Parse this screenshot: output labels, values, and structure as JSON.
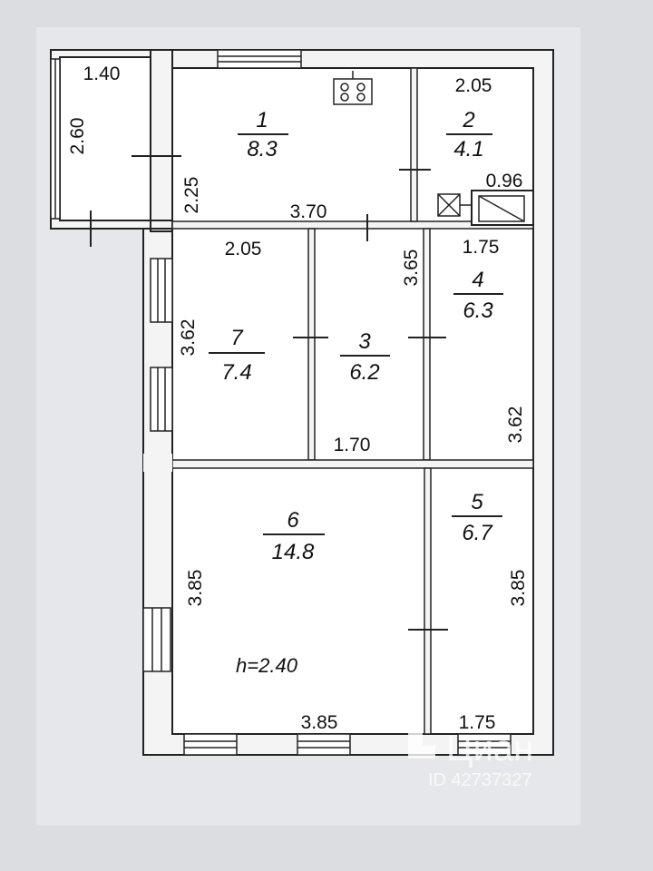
{
  "rooms": [
    {
      "number": "1",
      "area": "8.3"
    },
    {
      "number": "2",
      "area": "4.1"
    },
    {
      "number": "3",
      "area": "6.2"
    },
    {
      "number": "4",
      "area": "6.3"
    },
    {
      "number": "5",
      "area": "6.7"
    },
    {
      "number": "6",
      "area": "14.8"
    },
    {
      "number": "7",
      "area": "7.4"
    }
  ],
  "dimensions": {
    "porch_width": "1.40",
    "porch_height": "2.60",
    "room1_height": "2.25",
    "room1_width": "3.70",
    "room2_width": "2.05",
    "room2_small": "0.96",
    "room7_width": "2.05",
    "room7_height": "3.62",
    "room3_height": "3.65",
    "room3_width": "1.70",
    "room4_width": "1.75",
    "room4_height": "3.62",
    "room6_height": "3.85",
    "room6_width": "3.85",
    "room5_height": "3.85",
    "room5_width": "1.75"
  },
  "ceiling_height": "h=2.40",
  "watermark": {
    "brand": "Циан",
    "id": "ID 42737327"
  }
}
